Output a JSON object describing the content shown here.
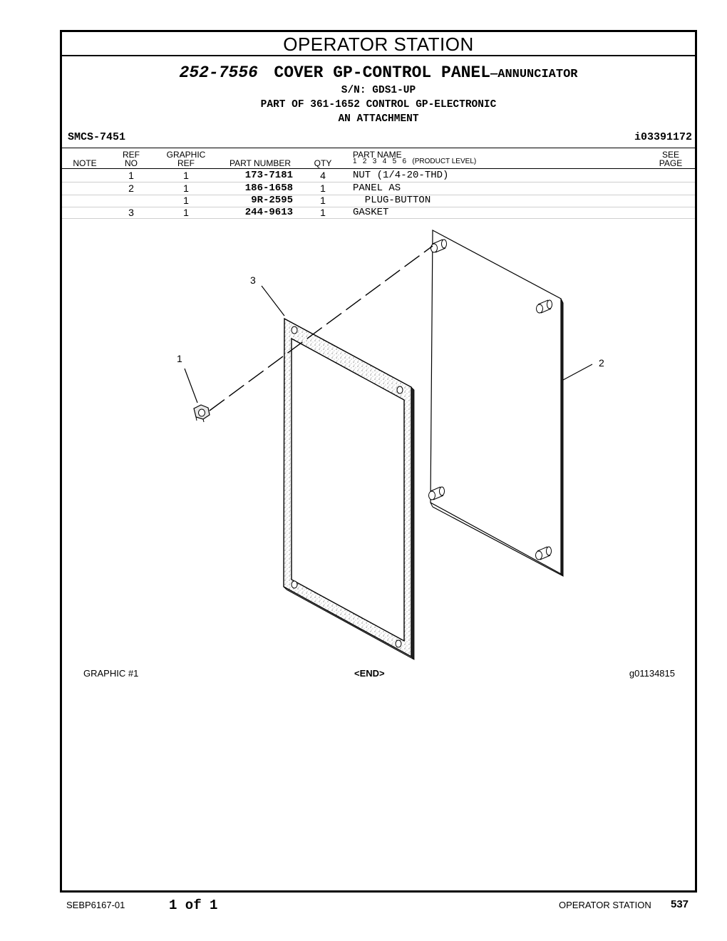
{
  "section_title": "OPERATOR STATION",
  "header": {
    "part_number": "252-7556",
    "group_name": "COVER GP-CONTROL PANEL",
    "group_suffix": "—ANNUNCIATOR",
    "serial": "S/N: GDS1-UP",
    "part_of": "PART OF 361-1652 CONTROL GP-ELECTRONIC",
    "attachment": "AN ATTACHMENT",
    "smcs": "SMCS-7451",
    "illustration_id": "i03391172"
  },
  "columns": {
    "note": "NOTE",
    "ref_no_1": "REF",
    "ref_no_2": "NO",
    "graphic_ref_1": "GRAPHIC",
    "graphic_ref_2": "REF",
    "part_number": "PART NUMBER",
    "qty": "QTY",
    "part_name": "PART NAME",
    "product_levels": "1   2   3   4   5   6   (PRODUCT LEVEL)",
    "see_page_1": "SEE",
    "see_page_2": "PAGE"
  },
  "parts": [
    {
      "ref_no": "1",
      "graphic_ref": "1",
      "part_number": "173-7181",
      "qty": "4",
      "part_name": "NUT (1/4-20-THD)"
    },
    {
      "ref_no": "2",
      "graphic_ref": "1",
      "part_number": "186-1658",
      "qty": "1",
      "part_name": "PANEL AS"
    },
    {
      "ref_no": "",
      "graphic_ref": "1",
      "part_number": "9R-2595",
      "qty": "1",
      "part_name": "  PLUG-BUTTON"
    },
    {
      "ref_no": "3",
      "graphic_ref": "1",
      "part_number": "244-9613",
      "qty": "1",
      "part_name": "GASKET"
    }
  ],
  "diagram": {
    "callouts": [
      "1",
      "2",
      "3"
    ]
  },
  "graphic_caption": "GRAPHIC #1",
  "end_marker": "<END>",
  "graphic_id": "g01134815",
  "footer": {
    "doc_number": "SEBP6167-01",
    "page_of": "1 of 1",
    "section": "OPERATOR STATION",
    "page_number": "537"
  }
}
